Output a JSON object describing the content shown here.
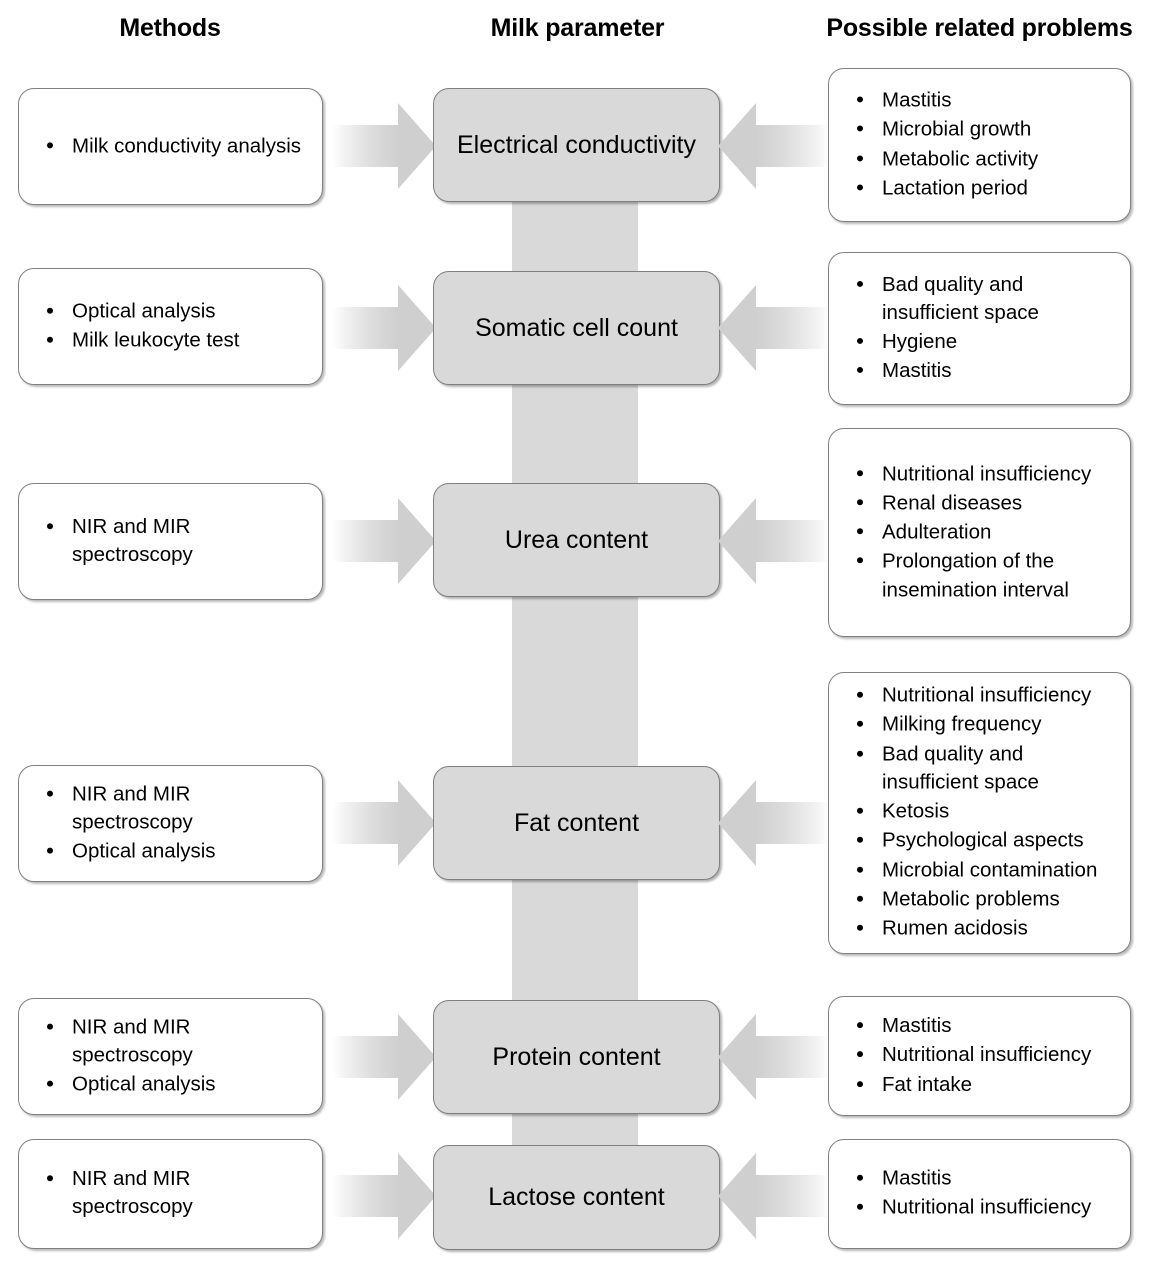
{
  "headers": {
    "methods": "Methods",
    "parameter": "Milk parameter",
    "problems": "Possible related problems"
  },
  "colors": {
    "center_box_fill": "#d9d9d9",
    "center_box_border": "#7f7f7f",
    "side_box_border": "#808080",
    "arrow_fill": "#cfcfcf",
    "spine_fill": "#d9d9d9",
    "text": "#000000",
    "background": "#ffffff"
  },
  "rows": [
    {
      "id": "electrical-conductivity",
      "parameter": "Electrical conductivity",
      "methods": [
        "Milk conductivity analysis"
      ],
      "problems": [
        "Mastitis",
        "Microbial growth",
        "Metabolic activity",
        "Lactation period"
      ]
    },
    {
      "id": "somatic-cell-count",
      "parameter": "Somatic cell count",
      "methods": [
        "Optical analysis",
        "Milk leukocyte test"
      ],
      "problems": [
        "Bad quality and insufficient space",
        "Hygiene",
        "Mastitis"
      ]
    },
    {
      "id": "urea-content",
      "parameter": "Urea content",
      "methods": [
        "NIR and MIR spectroscopy"
      ],
      "problems": [
        "Nutritional insufficiency",
        "Renal diseases",
        "Adulteration",
        "Prolongation of the insemination interval"
      ]
    },
    {
      "id": "fat-content",
      "parameter": "Fat content",
      "methods": [
        "NIR and MIR spectroscopy",
        "Optical analysis"
      ],
      "problems": [
        "Nutritional insufficiency",
        "Milking frequency",
        "Bad quality and insufficient space",
        "Ketosis",
        "Psychological aspects",
        "Microbial contamination",
        "Metabolic problems",
        "Rumen acidosis"
      ]
    },
    {
      "id": "protein-content",
      "parameter": "Protein content",
      "methods": [
        "NIR and MIR spectroscopy",
        "Optical analysis"
      ],
      "problems": [
        "Mastitis",
        "Nutritional insufficiency",
        "Fat intake"
      ]
    },
    {
      "id": "lactose-content",
      "parameter": "Lactose content",
      "methods": [
        "NIR and MIR spectroscopy"
      ],
      "problems": [
        "Mastitis",
        "Nutritional insufficiency"
      ]
    }
  ]
}
